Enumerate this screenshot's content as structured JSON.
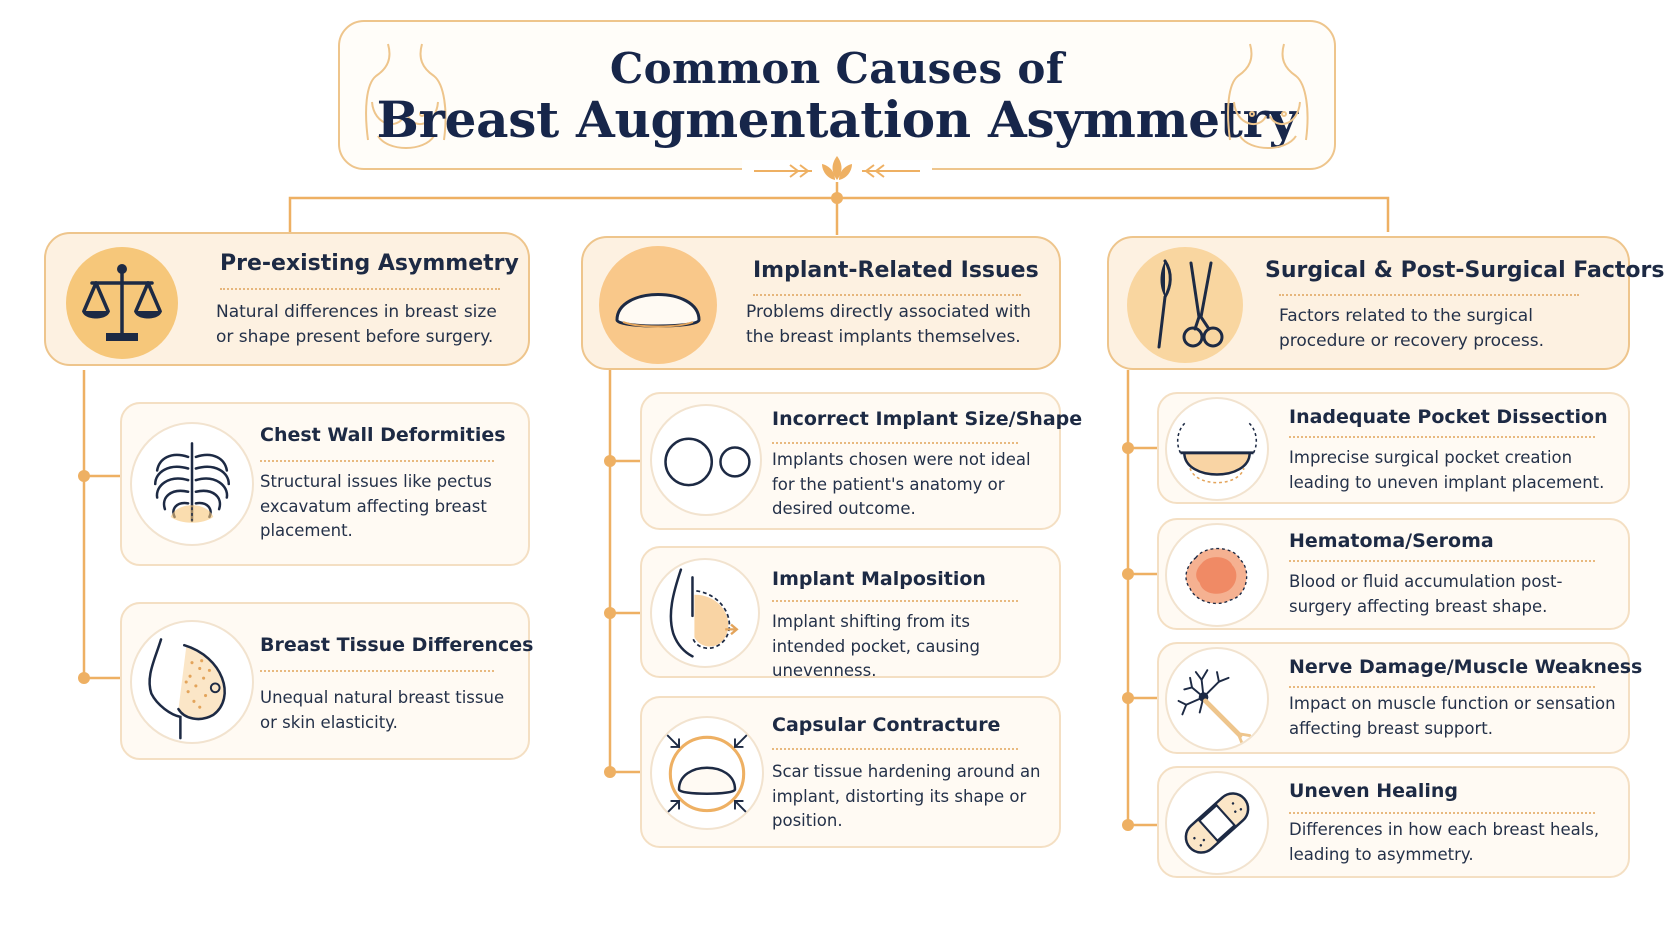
{
  "title": {
    "line1": "Common Causes of",
    "line2": "Breast Augmentation Asymmetry"
  },
  "colors": {
    "accent": "#eeb063",
    "border": "#eec58c",
    "navy": "#17264a",
    "card_fill": "#fffaf3",
    "category_fill": "#fdf1e1"
  },
  "categories": [
    {
      "title": "Pre-existing Asymmetry",
      "description": "Natural differences in breast size or shape present before surgery.",
      "icon": "balance-scale-icon",
      "items": [
        {
          "title": "Chest Wall Deformities",
          "description": "Structural issues like pectus excavatum affecting breast placement.",
          "icon": "rib-cage-icon"
        },
        {
          "title": "Breast Tissue Differences",
          "description": "Unequal natural breast tissue or skin elasticity.",
          "icon": "breast-tissue-icon"
        }
      ]
    },
    {
      "title": "Implant-Related Issues",
      "description": "Problems directly associated with the breast implants themselves.",
      "icon": "implant-icon",
      "items": [
        {
          "title": "Incorrect Implant Size/Shape",
          "description": "Implants chosen were not ideal for the patient's anatomy or desired outcome.",
          "icon": "size-circles-icon"
        },
        {
          "title": "Implant Malposition",
          "description": "Implant shifting from its intended pocket, causing unevenness.",
          "icon": "implant-shift-icon"
        },
        {
          "title": "Capsular Contracture",
          "description": "Scar tissue hardening around an implant, distorting its shape or position.",
          "icon": "capsule-contracture-icon"
        }
      ]
    },
    {
      "title": "Surgical & Post-Surgical Factors",
      "description": "Factors related to the surgical procedure or recovery process.",
      "icon": "surgical-tools-icon",
      "items": [
        {
          "title": "Inadequate Pocket Dissection",
          "description": "Imprecise surgical pocket creation leading to uneven implant placement.",
          "icon": "surgical-pocket-icon"
        },
        {
          "title": "Hematoma/Seroma",
          "description": "Blood or fluid accumulation post-surgery affecting breast shape.",
          "icon": "fluid-accumulation-icon"
        },
        {
          "title": "Nerve Damage/Muscle Weakness",
          "description": "Impact on muscle function or sensation affecting breast support.",
          "icon": "nerve-icon"
        },
        {
          "title": "Uneven Healing",
          "description": "Differences in how each breast heals, leading to asymmetry.",
          "icon": "bandage-icon"
        }
      ]
    }
  ]
}
